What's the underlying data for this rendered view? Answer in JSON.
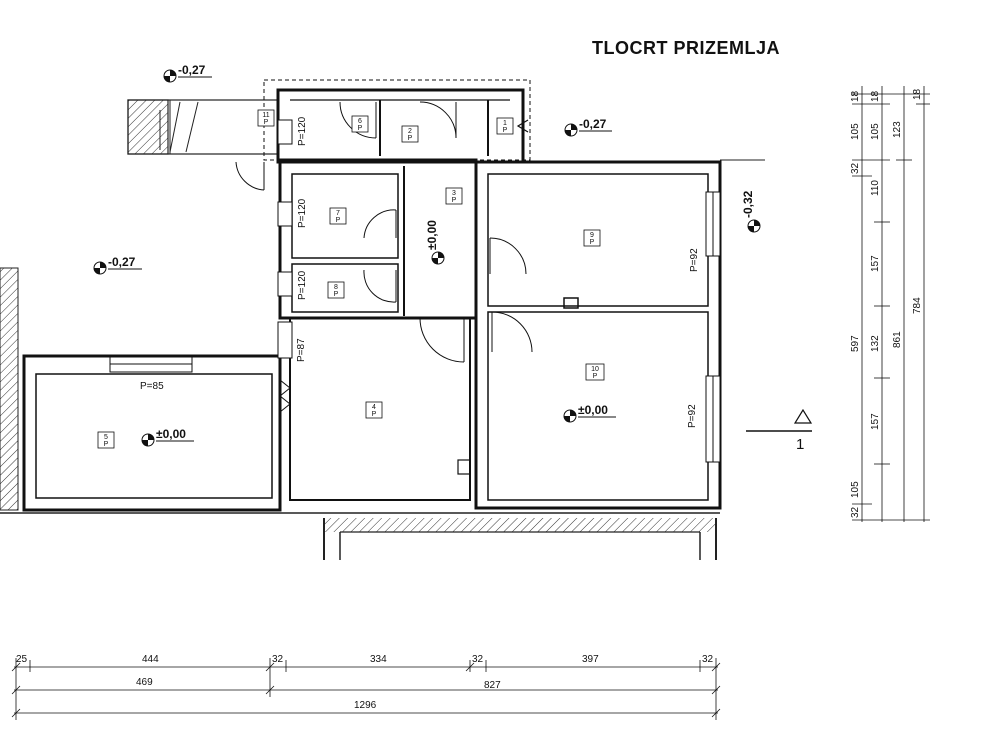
{
  "title": "TLOCRT PRIZEMLJA",
  "levels": {
    "entry_top_left": "-0,27",
    "top_right": "-0,27",
    "right_side": "-0,32",
    "yard_left": "-0,27",
    "hall": "±0,00",
    "room_5": "±0,00",
    "room_10": "±0,00"
  },
  "window_labels": {
    "p120_a": "P=120",
    "p120_b": "P=120",
    "p120_c": "P=120",
    "p87": "P=87",
    "p85": "P=85",
    "p92_a": "P=92",
    "p92_b": "P=92"
  },
  "rooms": [
    {
      "id": "room-1",
      "num": "1",
      "floor": "P"
    },
    {
      "id": "room-2",
      "num": "2",
      "floor": "P"
    },
    {
      "id": "room-3",
      "num": "3",
      "floor": "P"
    },
    {
      "id": "room-4",
      "num": "4",
      "floor": "P"
    },
    {
      "id": "room-5",
      "num": "5",
      "floor": "P"
    },
    {
      "id": "room-6",
      "num": "6",
      "floor": "P"
    },
    {
      "id": "room-7",
      "num": "7",
      "floor": "P"
    },
    {
      "id": "room-8",
      "num": "8",
      "floor": "P"
    },
    {
      "id": "room-9",
      "num": "9",
      "floor": "P"
    },
    {
      "id": "room-10",
      "num": "10",
      "floor": "P"
    },
    {
      "id": "room-11",
      "num": "11",
      "floor": "P"
    }
  ],
  "section_marker": "1",
  "dims_bottom": {
    "row1": [
      "25",
      "444",
      "32",
      "334",
      "32",
      "397",
      "32"
    ],
    "row2": [
      "469",
      "827"
    ],
    "row3": [
      "1296"
    ]
  },
  "dims_right": {
    "col1": [
      "18",
      "105",
      "32",
      "597",
      "105",
      "32"
    ],
    "col2": [
      "18",
      "105",
      "110",
      "157",
      "132",
      "157"
    ],
    "col3": [
      "123",
      "861"
    ],
    "col4": [
      "18",
      "784"
    ]
  }
}
